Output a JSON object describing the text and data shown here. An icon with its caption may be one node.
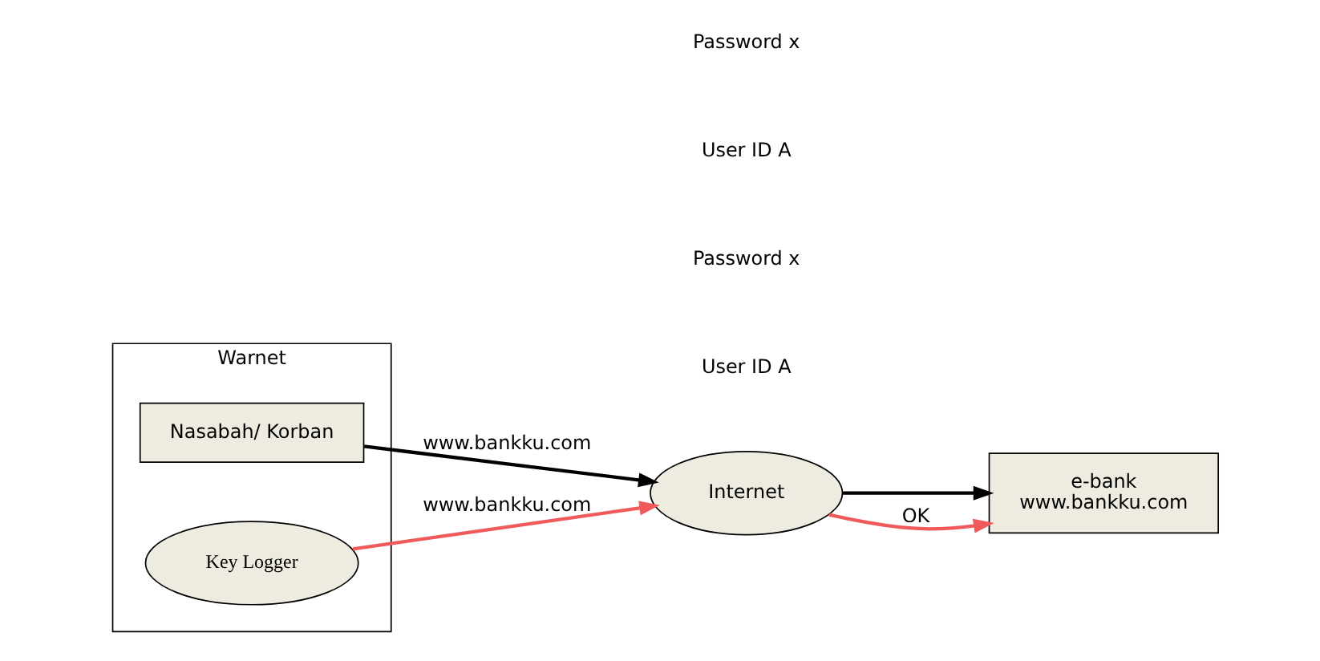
{
  "diagram": {
    "nodes": [
      {
        "text": [
          "Warnet"
        ]
      },
      {
        "text": [
          "Nasabah/ Korban"
        ],
        "in": 0
      },
      {
        "text": [
          "Key Logger"
        ],
        "in": 0
      },
      {
        "text": [
          "Internet"
        ]
      },
      {
        "text": [
          "e-bank",
          "www.bankku.com"
        ]
      }
    ],
    "edges": [
      {
        "from": 1,
        "to": 3,
        "arrow": "to",
        "label": "www.bankku.com"
      },
      {
        "from": 3,
        "to": 4,
        "arrow": "to"
      },
      {
        "from": 3,
        "to": 4,
        "arrow": "to",
        "label": "OK",
        "color": "#f05a5a"
      },
      {
        "from": 2,
        "to": 3,
        "arrow": "to",
        "label": "www.bankku.com",
        "color": "#f05a5a"
      }
    ],
    "labels": [
      "User ID A",
      "Password x",
      "User ID A",
      "Password x"
    ]
  }
}
